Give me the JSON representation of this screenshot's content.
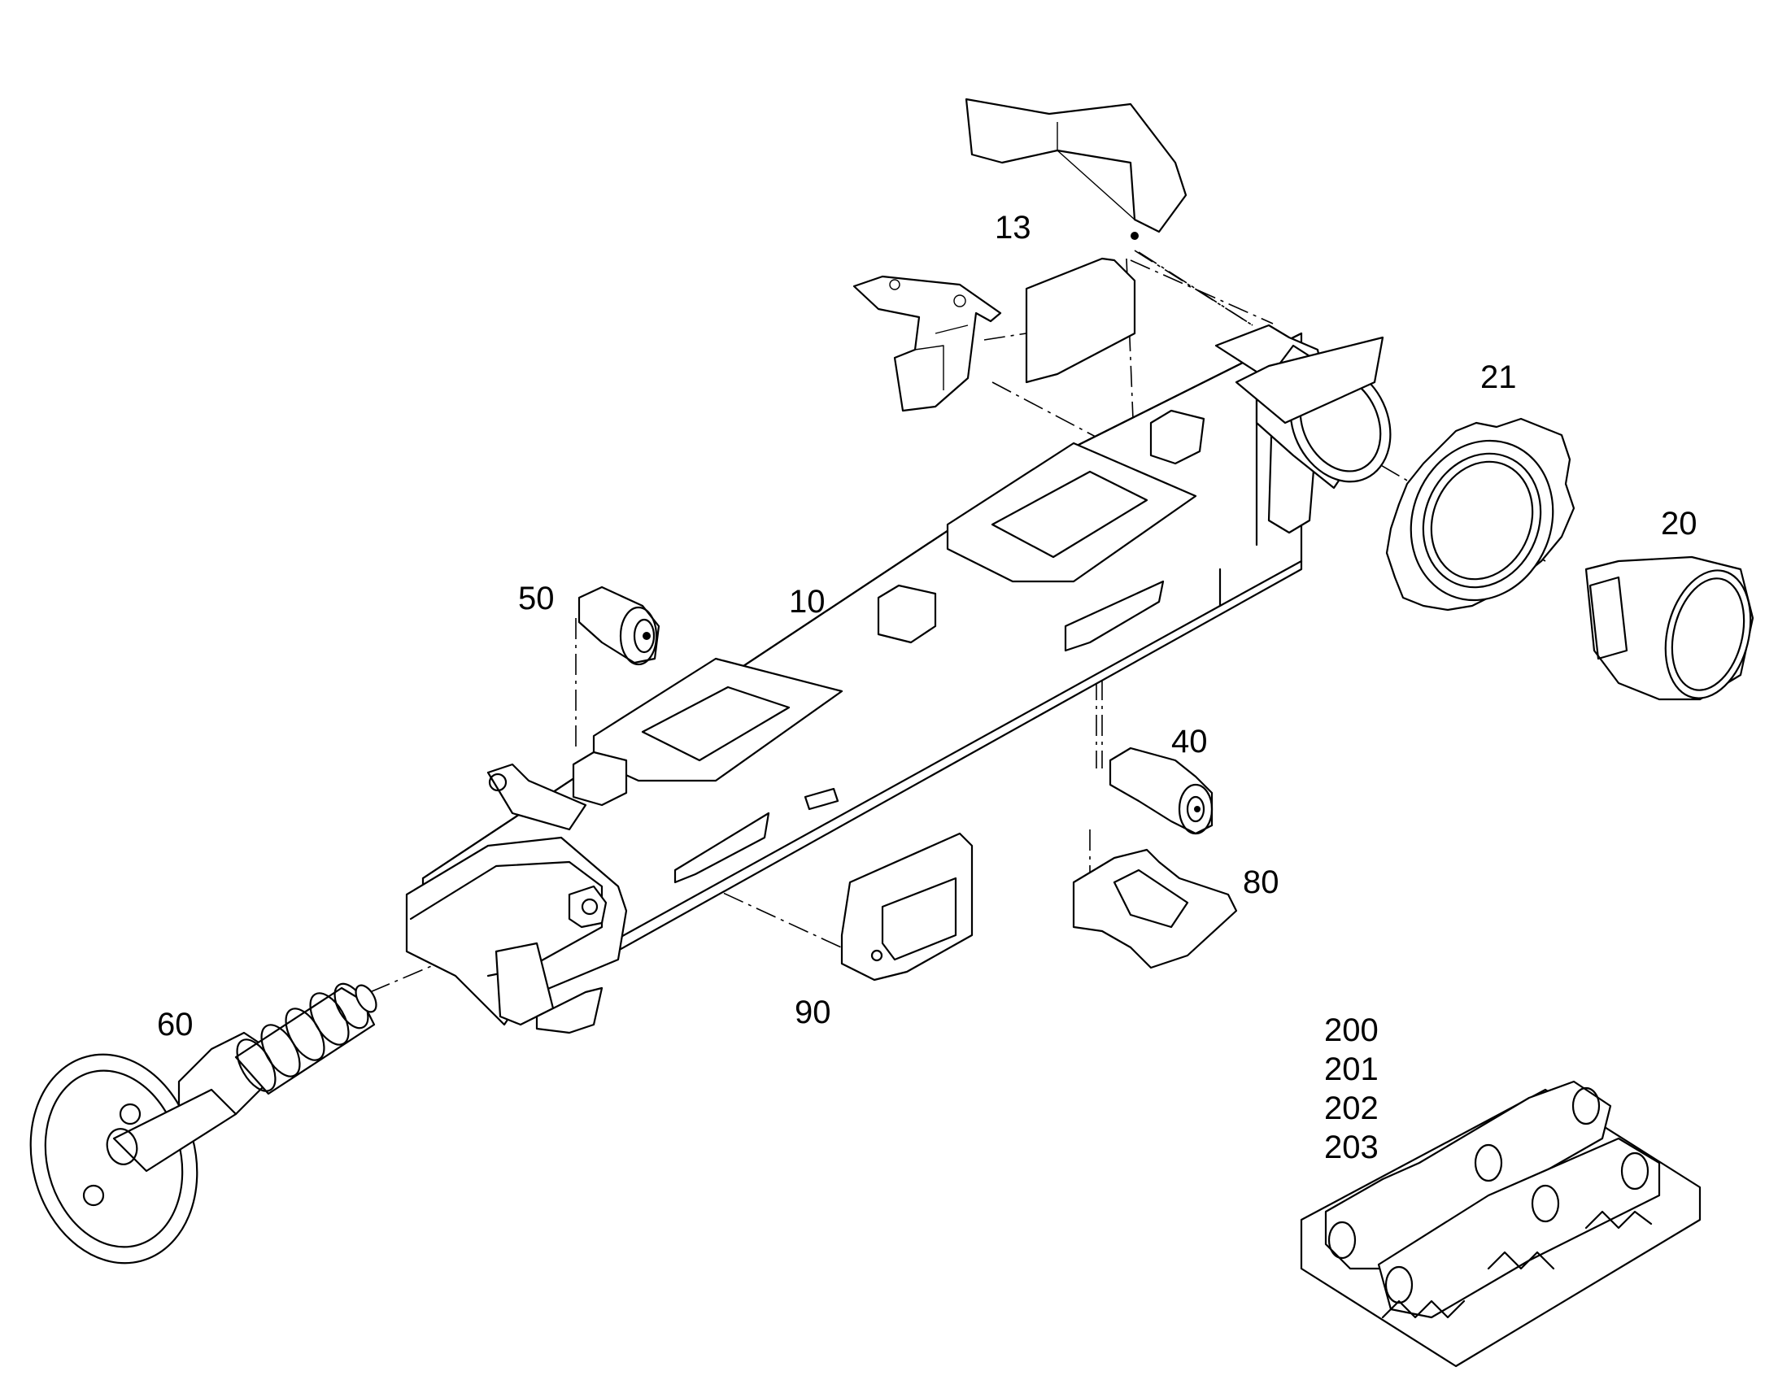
{
  "diagram": {
    "type": "exploded-parts-view",
    "callouts": [
      {
        "id": "c13",
        "label": "13"
      },
      {
        "id": "c21",
        "label": "21"
      },
      {
        "id": "c20",
        "label": "20"
      },
      {
        "id": "c50",
        "label": "50"
      },
      {
        "id": "c10",
        "label": "10"
      },
      {
        "id": "c40",
        "label": "40"
      },
      {
        "id": "c80",
        "label": "80"
      },
      {
        "id": "c60",
        "label": "60"
      },
      {
        "id": "c90",
        "label": "90"
      },
      {
        "id": "c200",
        "label": "200"
      },
      {
        "id": "c201",
        "label": "201"
      },
      {
        "id": "c202",
        "label": "202"
      },
      {
        "id": "c203",
        "label": "203"
      }
    ]
  }
}
